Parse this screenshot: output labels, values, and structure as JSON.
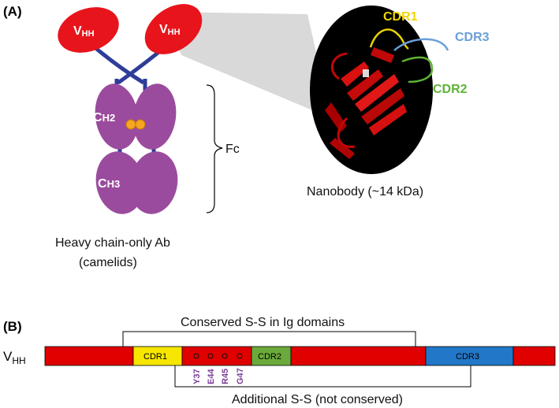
{
  "panel_a": {
    "label": "(A)",
    "antibody": {
      "domain_vhh_left": "VHH",
      "domain_vhh_right": "VHH",
      "domain_ch2": "CH2",
      "domain_ch3": "CH3",
      "fc_label": "Fc",
      "caption_line1": "Heavy chain-only Ab",
      "caption_line2": "(camelids)"
    },
    "nanobody": {
      "cdr1": "CDR1",
      "cdr2": "CDR2",
      "cdr3": "CDR3",
      "caption": "Nanobody (~14 kDa)"
    }
  },
  "panel_b": {
    "label": "(B)",
    "row_label": "VHH",
    "segments": {
      "cdr1": "CDR1",
      "cdr2": "CDR2",
      "cdr3": "CDR3"
    },
    "residues": [
      "Y37",
      "E44",
      "R45",
      "G47"
    ],
    "conserved_ss": "Conserved S-S in Ig domains",
    "additional_ss": "Additional S-S (not conserved)"
  },
  "colors": {
    "vhh_red": "#e8141c",
    "ch_purple": "#9b4b9e",
    "hinge_blue": "#2e3d99",
    "disulfide_orange": "#f5a623",
    "cdr1_yellow": "#f7e600",
    "cdr2_green": "#6aaa3a",
    "cdr3_blue": "#2277c8",
    "framework_red": "#e00000",
    "cdr1_text": "#f2d600",
    "cdr2_text": "#5db336",
    "cdr3_text": "#6a9fd8"
  }
}
